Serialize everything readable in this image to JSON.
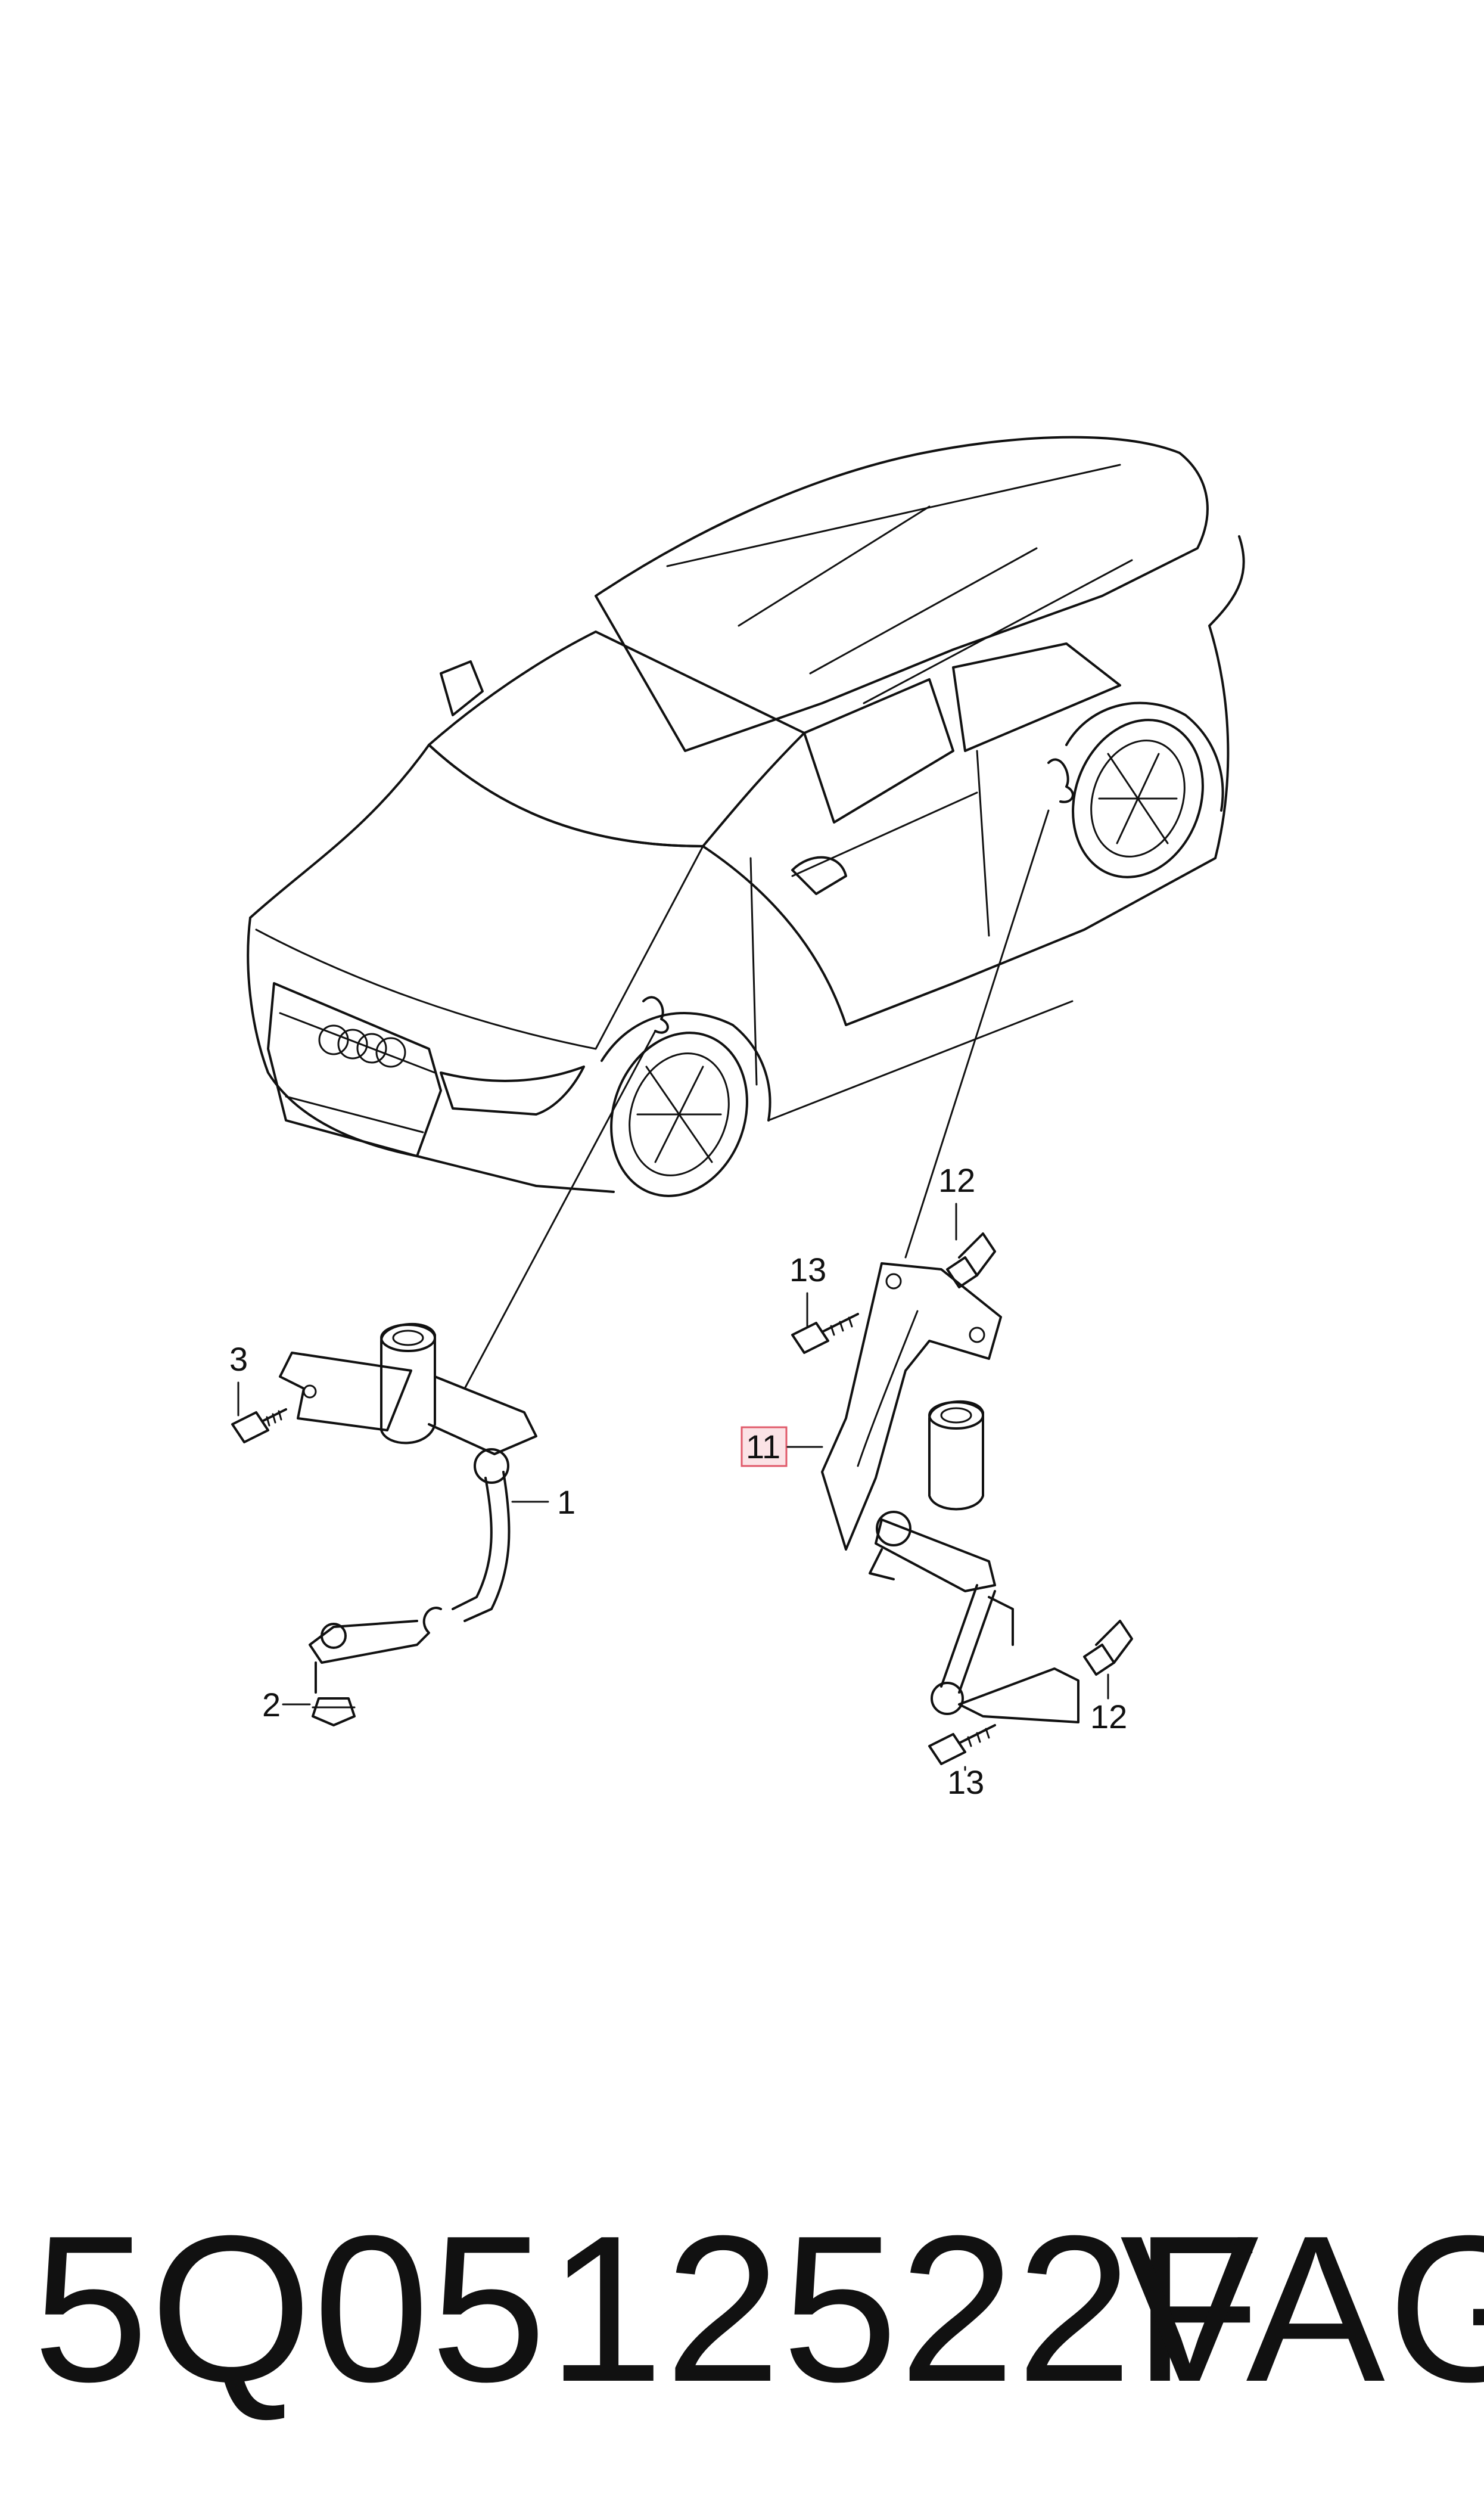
{
  "diagram": {
    "callouts": [
      {
        "id": "1",
        "label": "1"
      },
      {
        "id": "2",
        "label": "2"
      },
      {
        "id": "3",
        "label": "3"
      },
      {
        "id": "11",
        "label": "11",
        "highlighted": true
      },
      {
        "id": "12a",
        "label": "12"
      },
      {
        "id": "12b",
        "label": "12"
      },
      {
        "id": "13a",
        "label": "13"
      },
      {
        "id": "13b",
        "label": "13"
      }
    ],
    "highlight_color": "#e05a6a",
    "highlight_fill": "#fbe3e6"
  },
  "footer": {
    "part_number": "5Q0512522F",
    "brand": "VAG"
  }
}
